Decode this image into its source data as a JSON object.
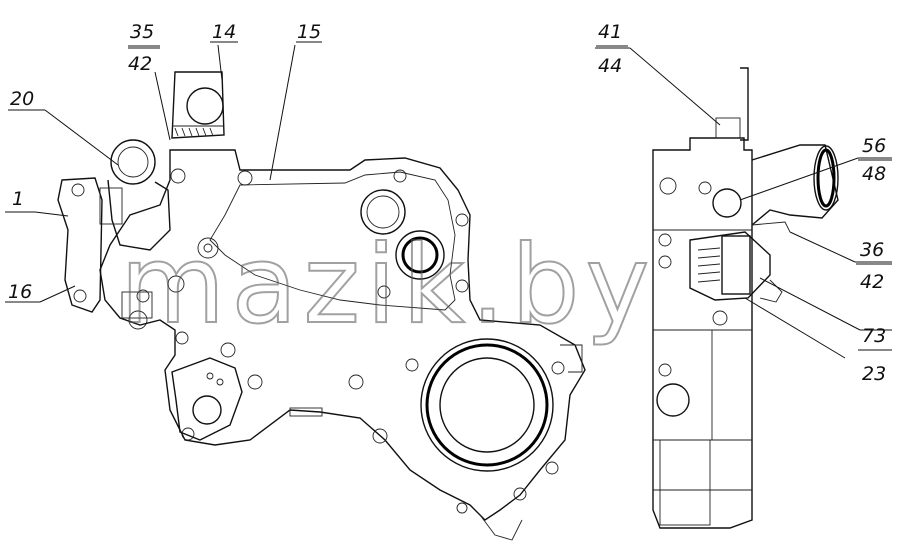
{
  "watermark": "mazik.by",
  "corner_mark": "",
  "callouts": {
    "c35": "35",
    "c42a": "42",
    "c14": "14",
    "c15": "15",
    "c20": "20",
    "c1": "1",
    "c16": "16",
    "c41": "41",
    "c44": "44",
    "c56": "56",
    "c48": "48",
    "c36": "36",
    "c42b": "42",
    "c73": "73",
    "c23": "23"
  }
}
